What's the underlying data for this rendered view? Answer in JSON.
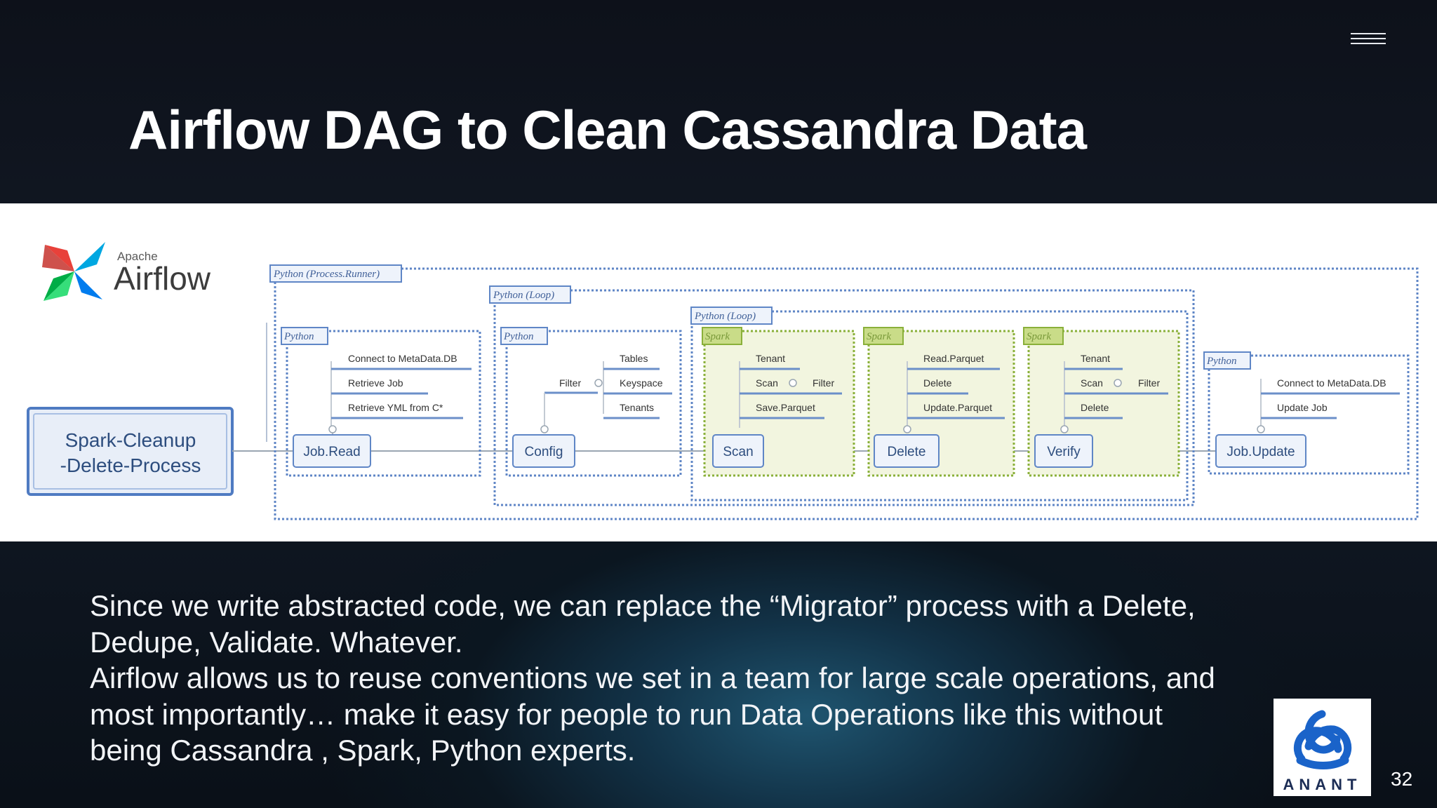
{
  "slide": {
    "title": "Airflow DAG to Clean Cassandra Data",
    "page_number": "32",
    "body_lines": [
      "Since we write abstracted code, we can replace the “Migrator” process with a Delete, Dedupe, Validate. Whatever.",
      "Airflow allows us to reuse conventions we set in a team for large scale operations, and most importantly… make it easy for people to run Data Operations like this without being Cassandra , Spark, Python experts."
    ],
    "company_logo_text": "ANANT"
  },
  "diagram": {
    "airflow_logo": {
      "small": "Apache",
      "big": "Airflow"
    },
    "start_node": {
      "line1": "Spark-Cleanup",
      "line2": "-Delete-Process"
    },
    "group_labels": {
      "outer": "Python (Process.Runner)",
      "loop1": "Python (Loop)",
      "loop2": "Python (Loop)"
    },
    "stages": [
      {
        "tag": "Python",
        "node": "Job.Read",
        "items": [
          "Connect to MetaData.DB",
          "Retrieve Job",
          "Retrieve YML from C*"
        ]
      },
      {
        "tag": "Python",
        "node": "Config",
        "left_item": "Filter",
        "items": [
          "Tables",
          "Keyspace",
          "Tenants"
        ]
      },
      {
        "tag": "Spark",
        "node": "Scan",
        "items": [
          "Tenant",
          "Scan",
          "Save.Parquet"
        ],
        "right_item": "Filter"
      },
      {
        "tag": "Spark",
        "node": "Delete",
        "items": [
          "Read.Parquet",
          "Delete",
          "Update.Parquet"
        ]
      },
      {
        "tag": "Spark",
        "node": "Verify",
        "items": [
          "Tenant",
          "Scan",
          "Delete"
        ],
        "right_item": "Filter"
      },
      {
        "tag": "Python",
        "node": "Job.Update",
        "items": [
          "Connect to MetaData.DB",
          "Update Job"
        ]
      }
    ],
    "colors": {
      "python_border": "#5f86c6",
      "spark_border": "#8ab03a",
      "spark_fill": "#f2f5df",
      "node_border": "#5f86c6"
    }
  }
}
